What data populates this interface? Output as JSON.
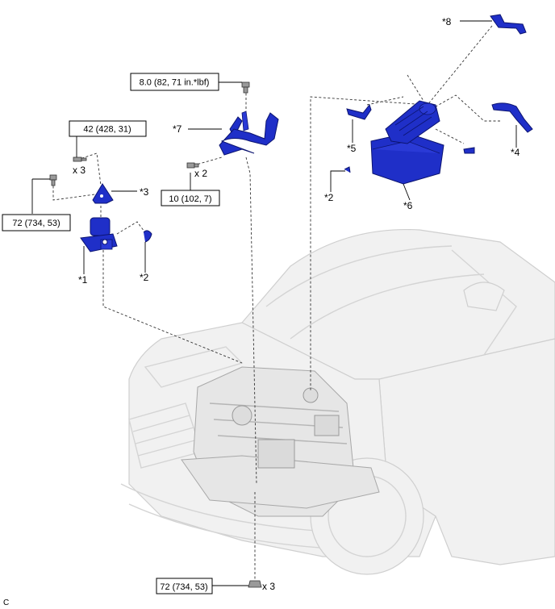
{
  "labels": {
    "p1": "*1",
    "p2a": "*2",
    "p2b": "*2",
    "p3": "*3",
    "p4": "*4",
    "p5": "*5",
    "p6": "*6",
    "p7": "*7",
    "p8": "*8"
  },
  "torque": {
    "t_42": "42 (428, 31)",
    "t_72a": "72 (734, 53)",
    "t_8": "8.0 (82, 71 in.*lbf)",
    "t_10": "10 (102, 7)",
    "t_72b": "72 (734, 53)"
  },
  "qty": {
    "q_42": "x 3",
    "q_10": "x 2",
    "q_72b": "x 3"
  },
  "corner_code": "C",
  "colors": {
    "part_blue": "#1f2fc8",
    "car_gray": "#f1f1f1"
  }
}
